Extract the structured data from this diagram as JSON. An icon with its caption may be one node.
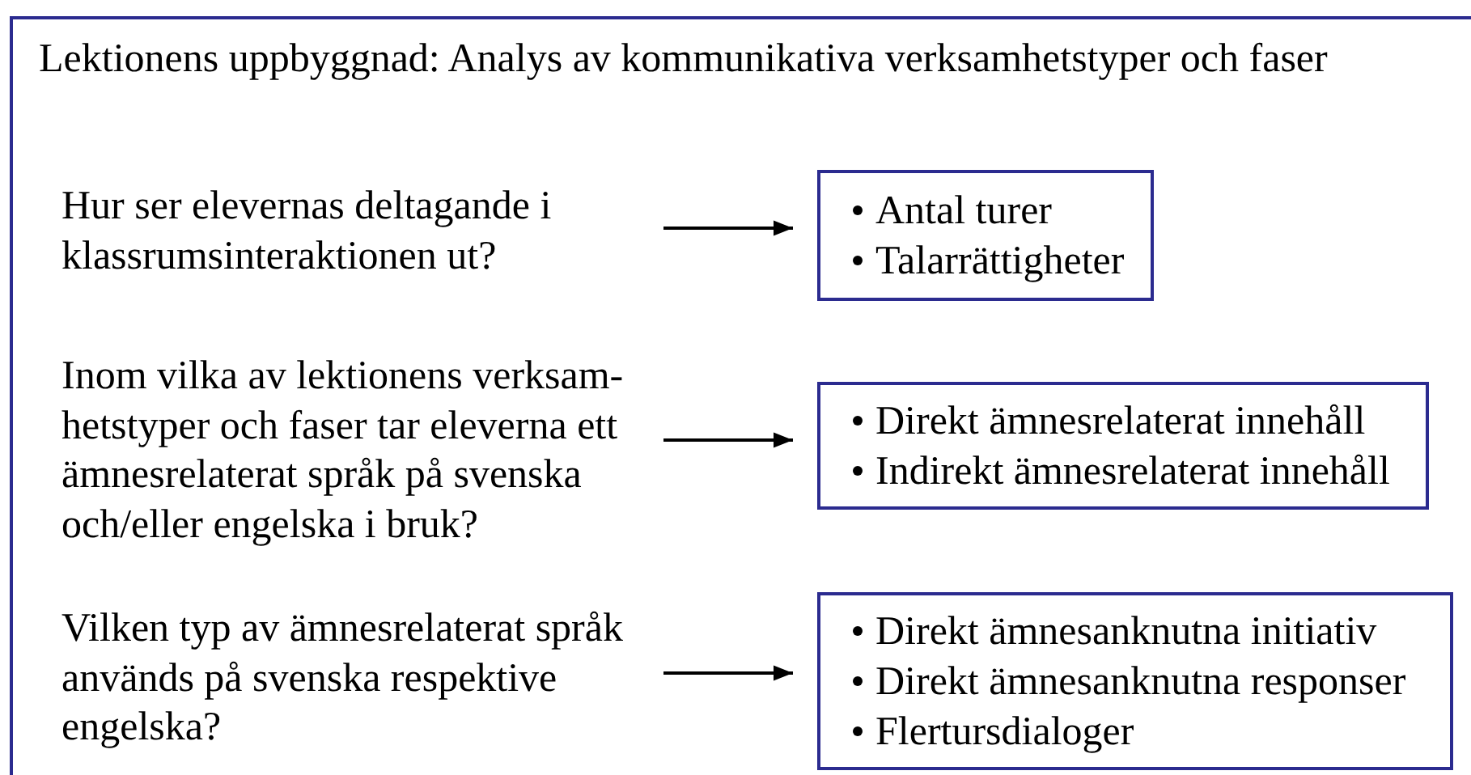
{
  "diagram": {
    "nodes": [
      {
        "text": [
          "Lektionens uppbyggnad: Analys av kommunikativa verksamhetstyper och faser"
        ]
      },
      {
        "text": [
          "Hur ser elevernas deltagande i klassrumsinteraktionen ut?"
        ],
        "in": 0
      },
      {
        "text": [
          "Antal turer",
          "Talarrättigheter"
        ],
        "in": 0
      },
      {
        "text": [
          "Inom vilka av lektionens verksam- hetstyper och faser tar eleverna ett ämnesrelaterat språk på svenska och/eller engelska i bruk?"
        ],
        "in": 0
      },
      {
        "text": [
          "Direkt ämnesrelaterat innehåll",
          "Indirekt ämnesrelaterat innehåll"
        ],
        "in": 0
      },
      {
        "text": [
          "Vilken typ av ämnesrelaterat språk används på svenska respektive engelska?"
        ],
        "in": 0
      },
      {
        "text": [
          "Direkt ämnesanknutna initiativ",
          "Direkt ämnesanknutna responser",
          "Flertursdialoger"
        ],
        "in": 0
      }
    ],
    "edges": [
      {
        "from": 1,
        "to": 2,
        "arrow": "to"
      },
      {
        "from": 3,
        "to": 4,
        "arrow": "to"
      },
      {
        "from": 5,
        "to": 6,
        "arrow": "to"
      }
    ]
  }
}
